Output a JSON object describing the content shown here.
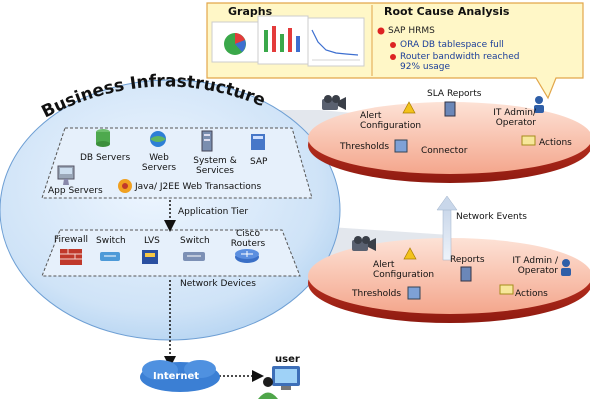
{
  "callout": {
    "graphs_title": "Graphs",
    "rca_title": "Root Cause Analysis",
    "rca_items": [
      "SAP HRMS",
      "ORA DB tablespace full",
      "Router bandwidth reached 92% usage"
    ]
  },
  "infrastructure": {
    "title": "Business Infrastructure",
    "app_tier": {
      "items": [
        "DB Servers",
        "Web Servers",
        "System & Services",
        "SAP",
        "App Servers",
        "Java/ J2EE Web Transactions"
      ],
      "label": "Application Tier"
    },
    "network_tier": {
      "items": [
        "Firewall",
        "Switch",
        "LVS",
        "Switch",
        "Cisco Routers"
      ],
      "label": "Network Devices"
    },
    "internet_label": "Internet",
    "user_label": "user"
  },
  "top_disc": {
    "sla_reports": "SLA Reports",
    "alert_config": "Alert Configuration",
    "it_admin": "IT Admin/ Operator",
    "thresholds": "Thresholds",
    "connector": "Connector",
    "actions": "Actions"
  },
  "network_events": "Network Events",
  "bottom_disc": {
    "alert_config": "Alert Configuration",
    "reports": "Reports",
    "it_admin": "IT Admin / Operator",
    "thresholds": "Thresholds",
    "actions": "Actions"
  },
  "colors": {
    "disc_top": "#f7b9a4",
    "disc_rim": "#c62a1a",
    "bubble": "#cfe3f7",
    "callout_bg": "#fff7c7",
    "callout_border": "#e2a64a"
  }
}
